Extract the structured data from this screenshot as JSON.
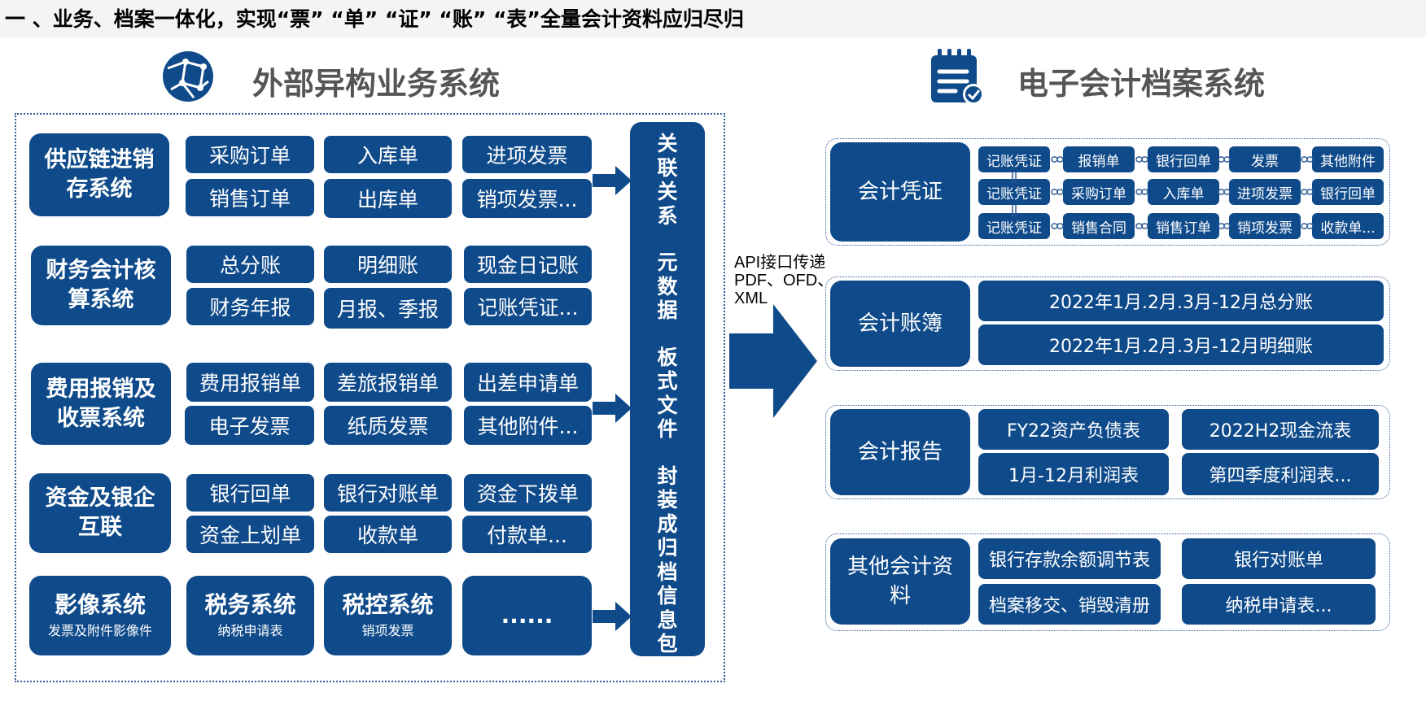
{
  "title": "一 、业务、档案一体化，实现“票” “单” “证” “账” “表”全量会计资料应归尽归",
  "left_heading": "外部异构业务系统",
  "right_heading": "电子会计档案系统",
  "api_text": [
    "API接口传递",
    "PDF、OFD、",
    "XML"
  ],
  "colors": {
    "primary": "#0f4a8a",
    "frame": "#2e5d9a",
    "heading": "#555555"
  },
  "icons": {
    "left": "globe-network-icon",
    "right": "document-check-icon"
  },
  "left_rows": [
    {
      "system": [
        "供应链进销",
        "存系统"
      ],
      "items": [
        "采购订单",
        "入库单",
        "进项发票",
        "销售订单",
        "出库单",
        "销项发票..."
      ]
    },
    {
      "system": [
        "财务会计核",
        "算系统"
      ],
      "items": [
        "总分账",
        "明细账",
        "现金日记账",
        "财务年报",
        "月报、季报",
        "记账凭证..."
      ]
    },
    {
      "system": [
        "费用报销及",
        "收票系统"
      ],
      "items": [
        "费用报销单",
        "差旅报销单",
        "出差申请单",
        "电子发票",
        "纸质发票",
        "其他附件..."
      ]
    },
    {
      "system": [
        "资金及银企",
        "互联"
      ],
      "items": [
        "银行回单",
        "银行对账单",
        "资金下拨单",
        "资金上划单",
        "收款单",
        "付款单..."
      ]
    }
  ],
  "bottom_tiles": [
    {
      "main": "影像系统",
      "sub": "发票及附件影像件"
    },
    {
      "main": "税务系统",
      "sub": "纳税申请表"
    },
    {
      "main": "税控系统",
      "sub": "销项发票"
    },
    {
      "main": "......",
      "sub": ""
    }
  ],
  "vertical_bar": [
    "关",
    "联",
    "关",
    "系",
    "",
    "元",
    "数",
    "据",
    "",
    "板",
    "式",
    "文",
    "件",
    "",
    "封",
    "装",
    "成",
    "归",
    "档",
    "信",
    "息",
    "包"
  ],
  "groups": {
    "voucher": {
      "label": "会计凭证",
      "rows": [
        [
          "记账凭证",
          "报销单",
          "银行回单",
          "发票",
          "其他附件"
        ],
        [
          "记账凭证",
          "采购订单",
          "入库单",
          "进项发票",
          "银行回单"
        ],
        [
          "记账凭证",
          "销售合同",
          "销售订单",
          "销项发票",
          "收款单..."
        ]
      ]
    },
    "ledger": {
      "label": "会计账簿",
      "items": [
        "2022年1月.2月.3月-12月总分账",
        "2022年1月.2月.3月-12月明细账"
      ]
    },
    "report": {
      "label": "会计报告",
      "items": [
        "FY22资产负债表",
        "2022H2现金流表",
        "1月-12月利润表",
        "第四季度利润表..."
      ]
    },
    "other": {
      "label": [
        "其他会计资",
        "料"
      ],
      "items": [
        "银行存款余额调节表",
        "银行对账单",
        "档案移交、销毁清册",
        "纳税申请表..."
      ]
    }
  }
}
